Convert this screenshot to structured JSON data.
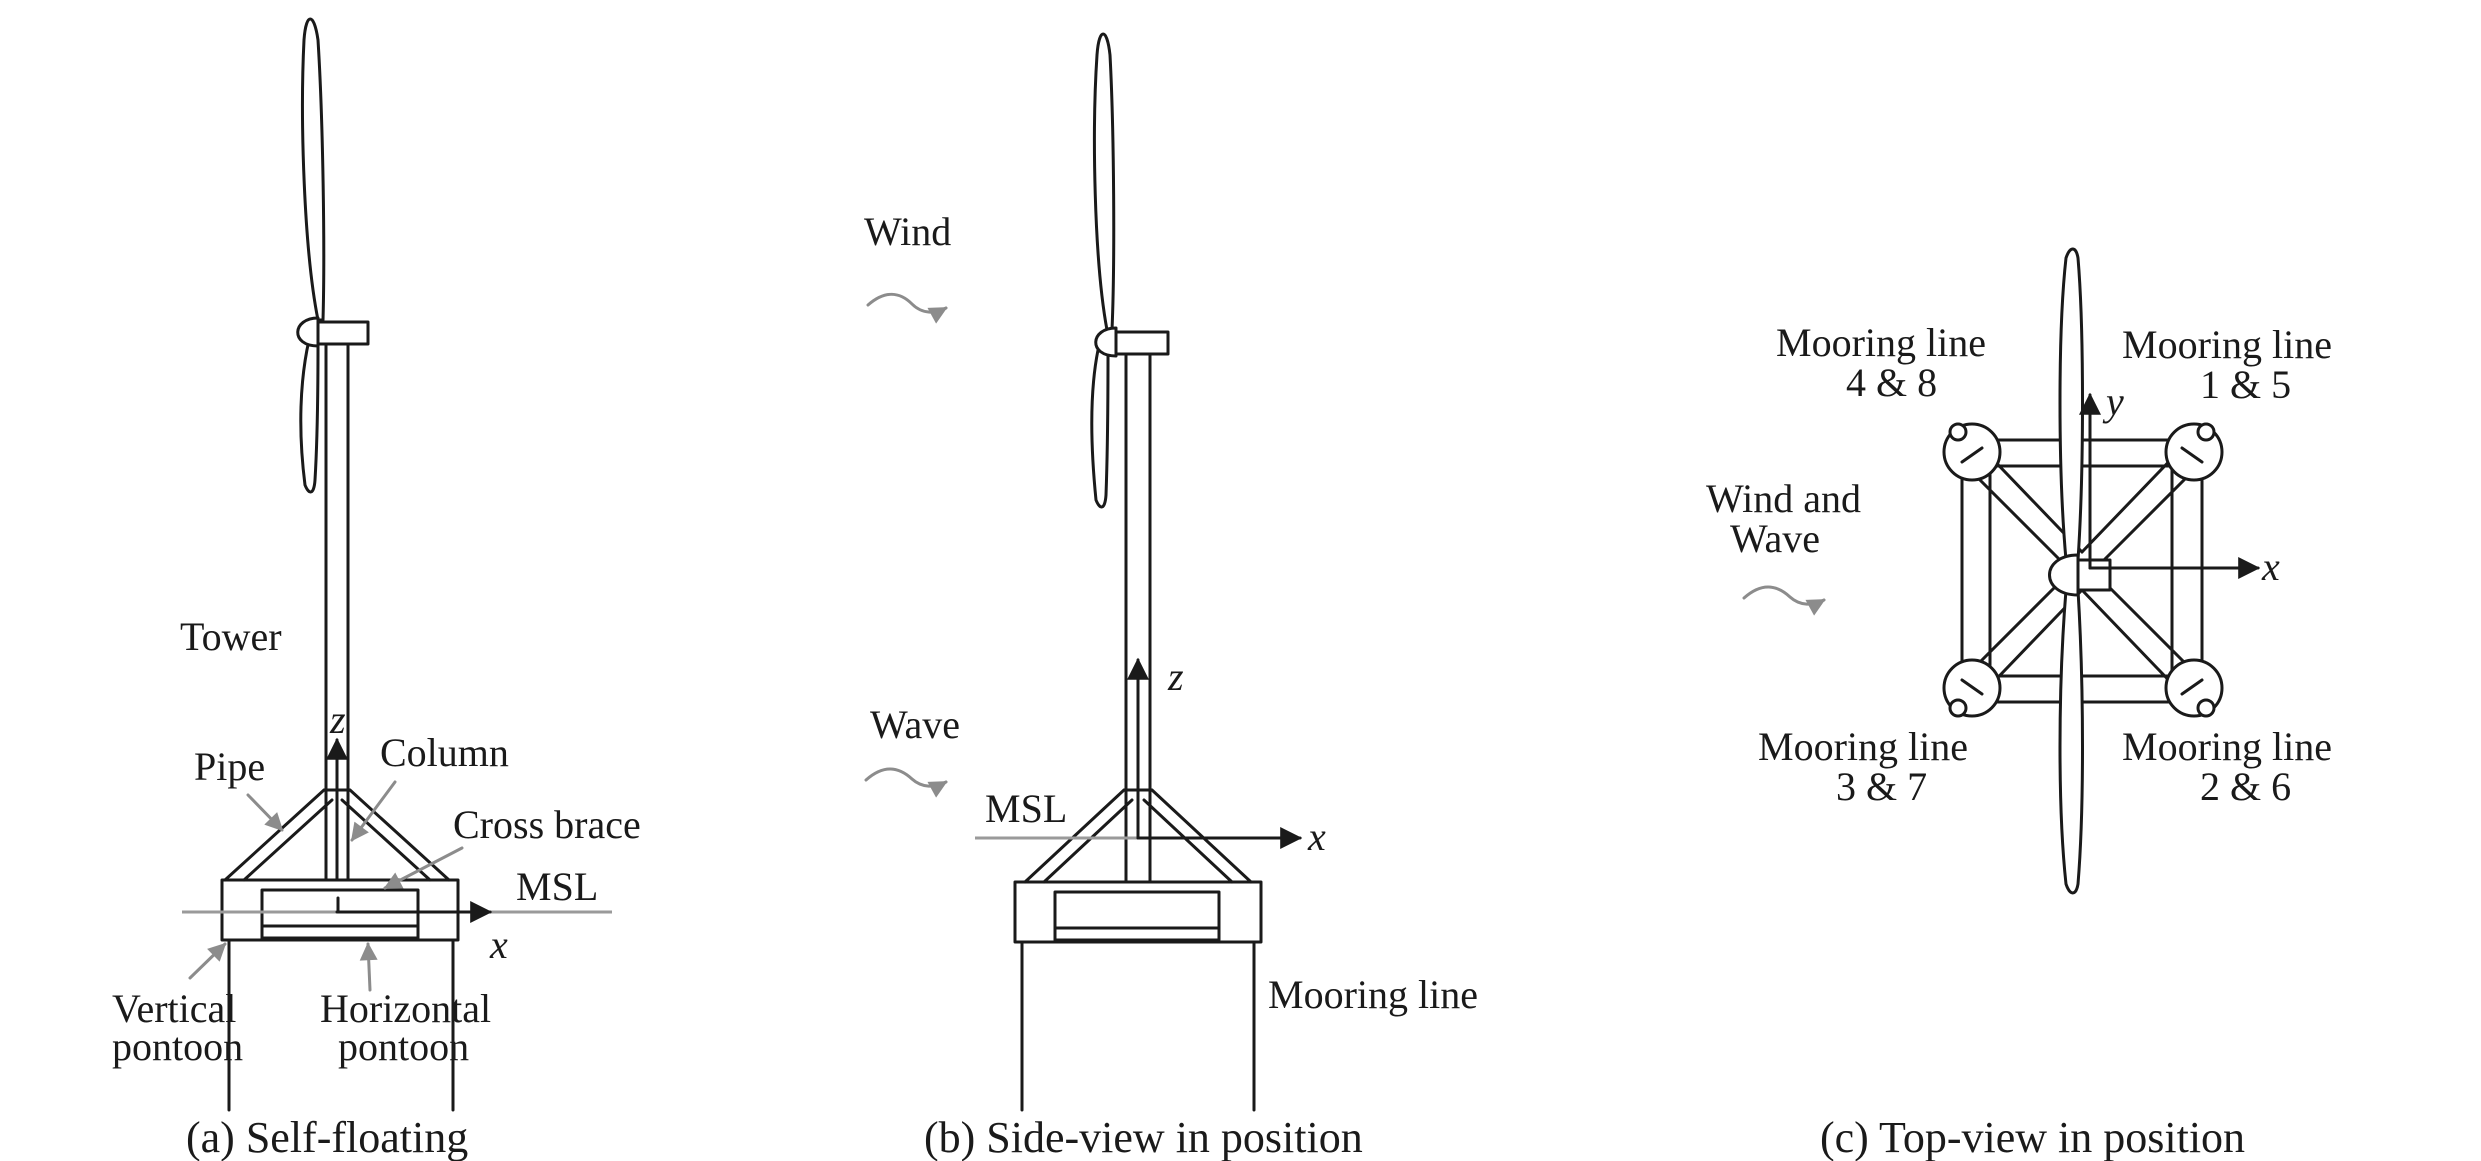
{
  "panel_a": {
    "caption": "(a) Self-floating",
    "labels": {
      "tower": "Tower",
      "pipe": "Pipe",
      "column": "Column",
      "cross_brace": "Cross brace",
      "msl": "MSL",
      "vertical_pontoon_1": "Vertical",
      "vertical_pontoon_2": "pontoon",
      "horizontal_pontoon_1": "Horizontal",
      "horizontal_pontoon_2": "pontoon"
    },
    "axes": {
      "x": "x",
      "z": "z"
    }
  },
  "panel_b": {
    "caption": "(b) Side-view in position",
    "labels": {
      "wind": "Wind",
      "wave": "Wave",
      "msl": "MSL",
      "mooring_line": "Mooring line"
    },
    "axes": {
      "x": "x",
      "z": "z"
    }
  },
  "panel_c": {
    "caption": "(c) Top-view in position",
    "labels": {
      "wind_wave_1": "Wind and",
      "wind_wave_2": "Wave",
      "mooring_tl_1": "Mooring line",
      "mooring_tl_2": "4 & 8",
      "mooring_tr_1": "Mooring line",
      "mooring_tr_2": "1 & 5",
      "mooring_bl_1": "Mooring line",
      "mooring_bl_2": "3 & 7",
      "mooring_br_1": "Mooring line",
      "mooring_br_2": "2 & 6"
    },
    "axes": {
      "x": "x",
      "y": "y"
    }
  },
  "colors": {
    "ink": "#1a1a1a",
    "annotation_gray": "#8c8c8c"
  }
}
